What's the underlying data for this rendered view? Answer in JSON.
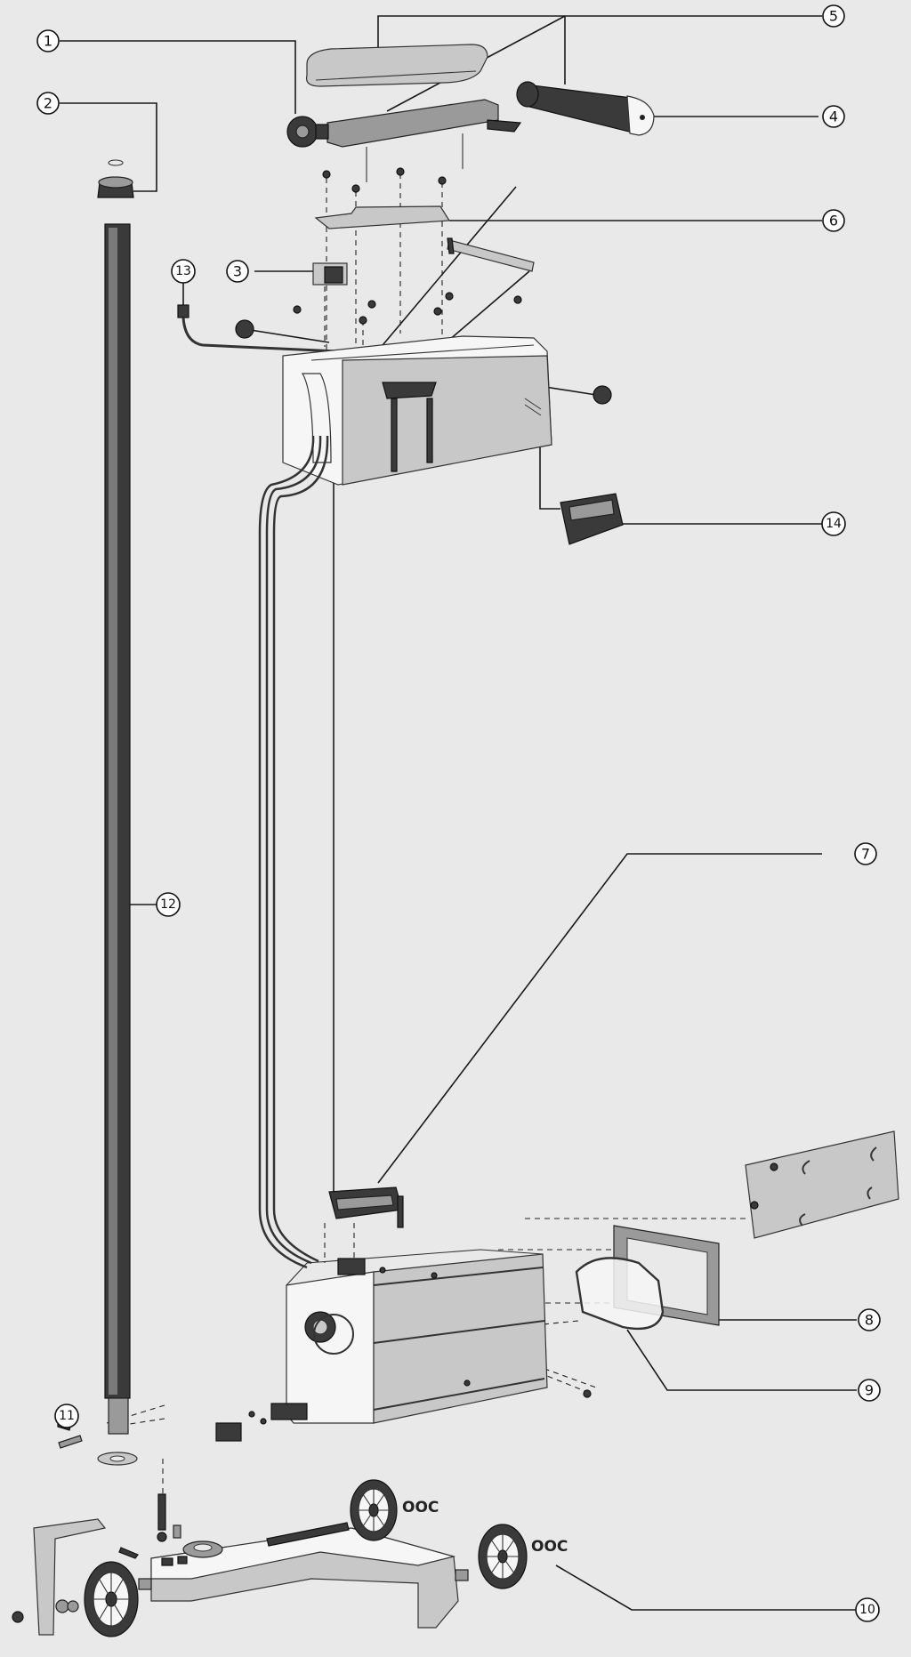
{
  "callouts": [
    "1",
    "2",
    "3",
    "4",
    "5",
    "6",
    "7",
    "8",
    "9",
    "10",
    "11",
    "12",
    "13",
    "14"
  ],
  "wheel_marks": [
    "OOC",
    "OOC"
  ]
}
